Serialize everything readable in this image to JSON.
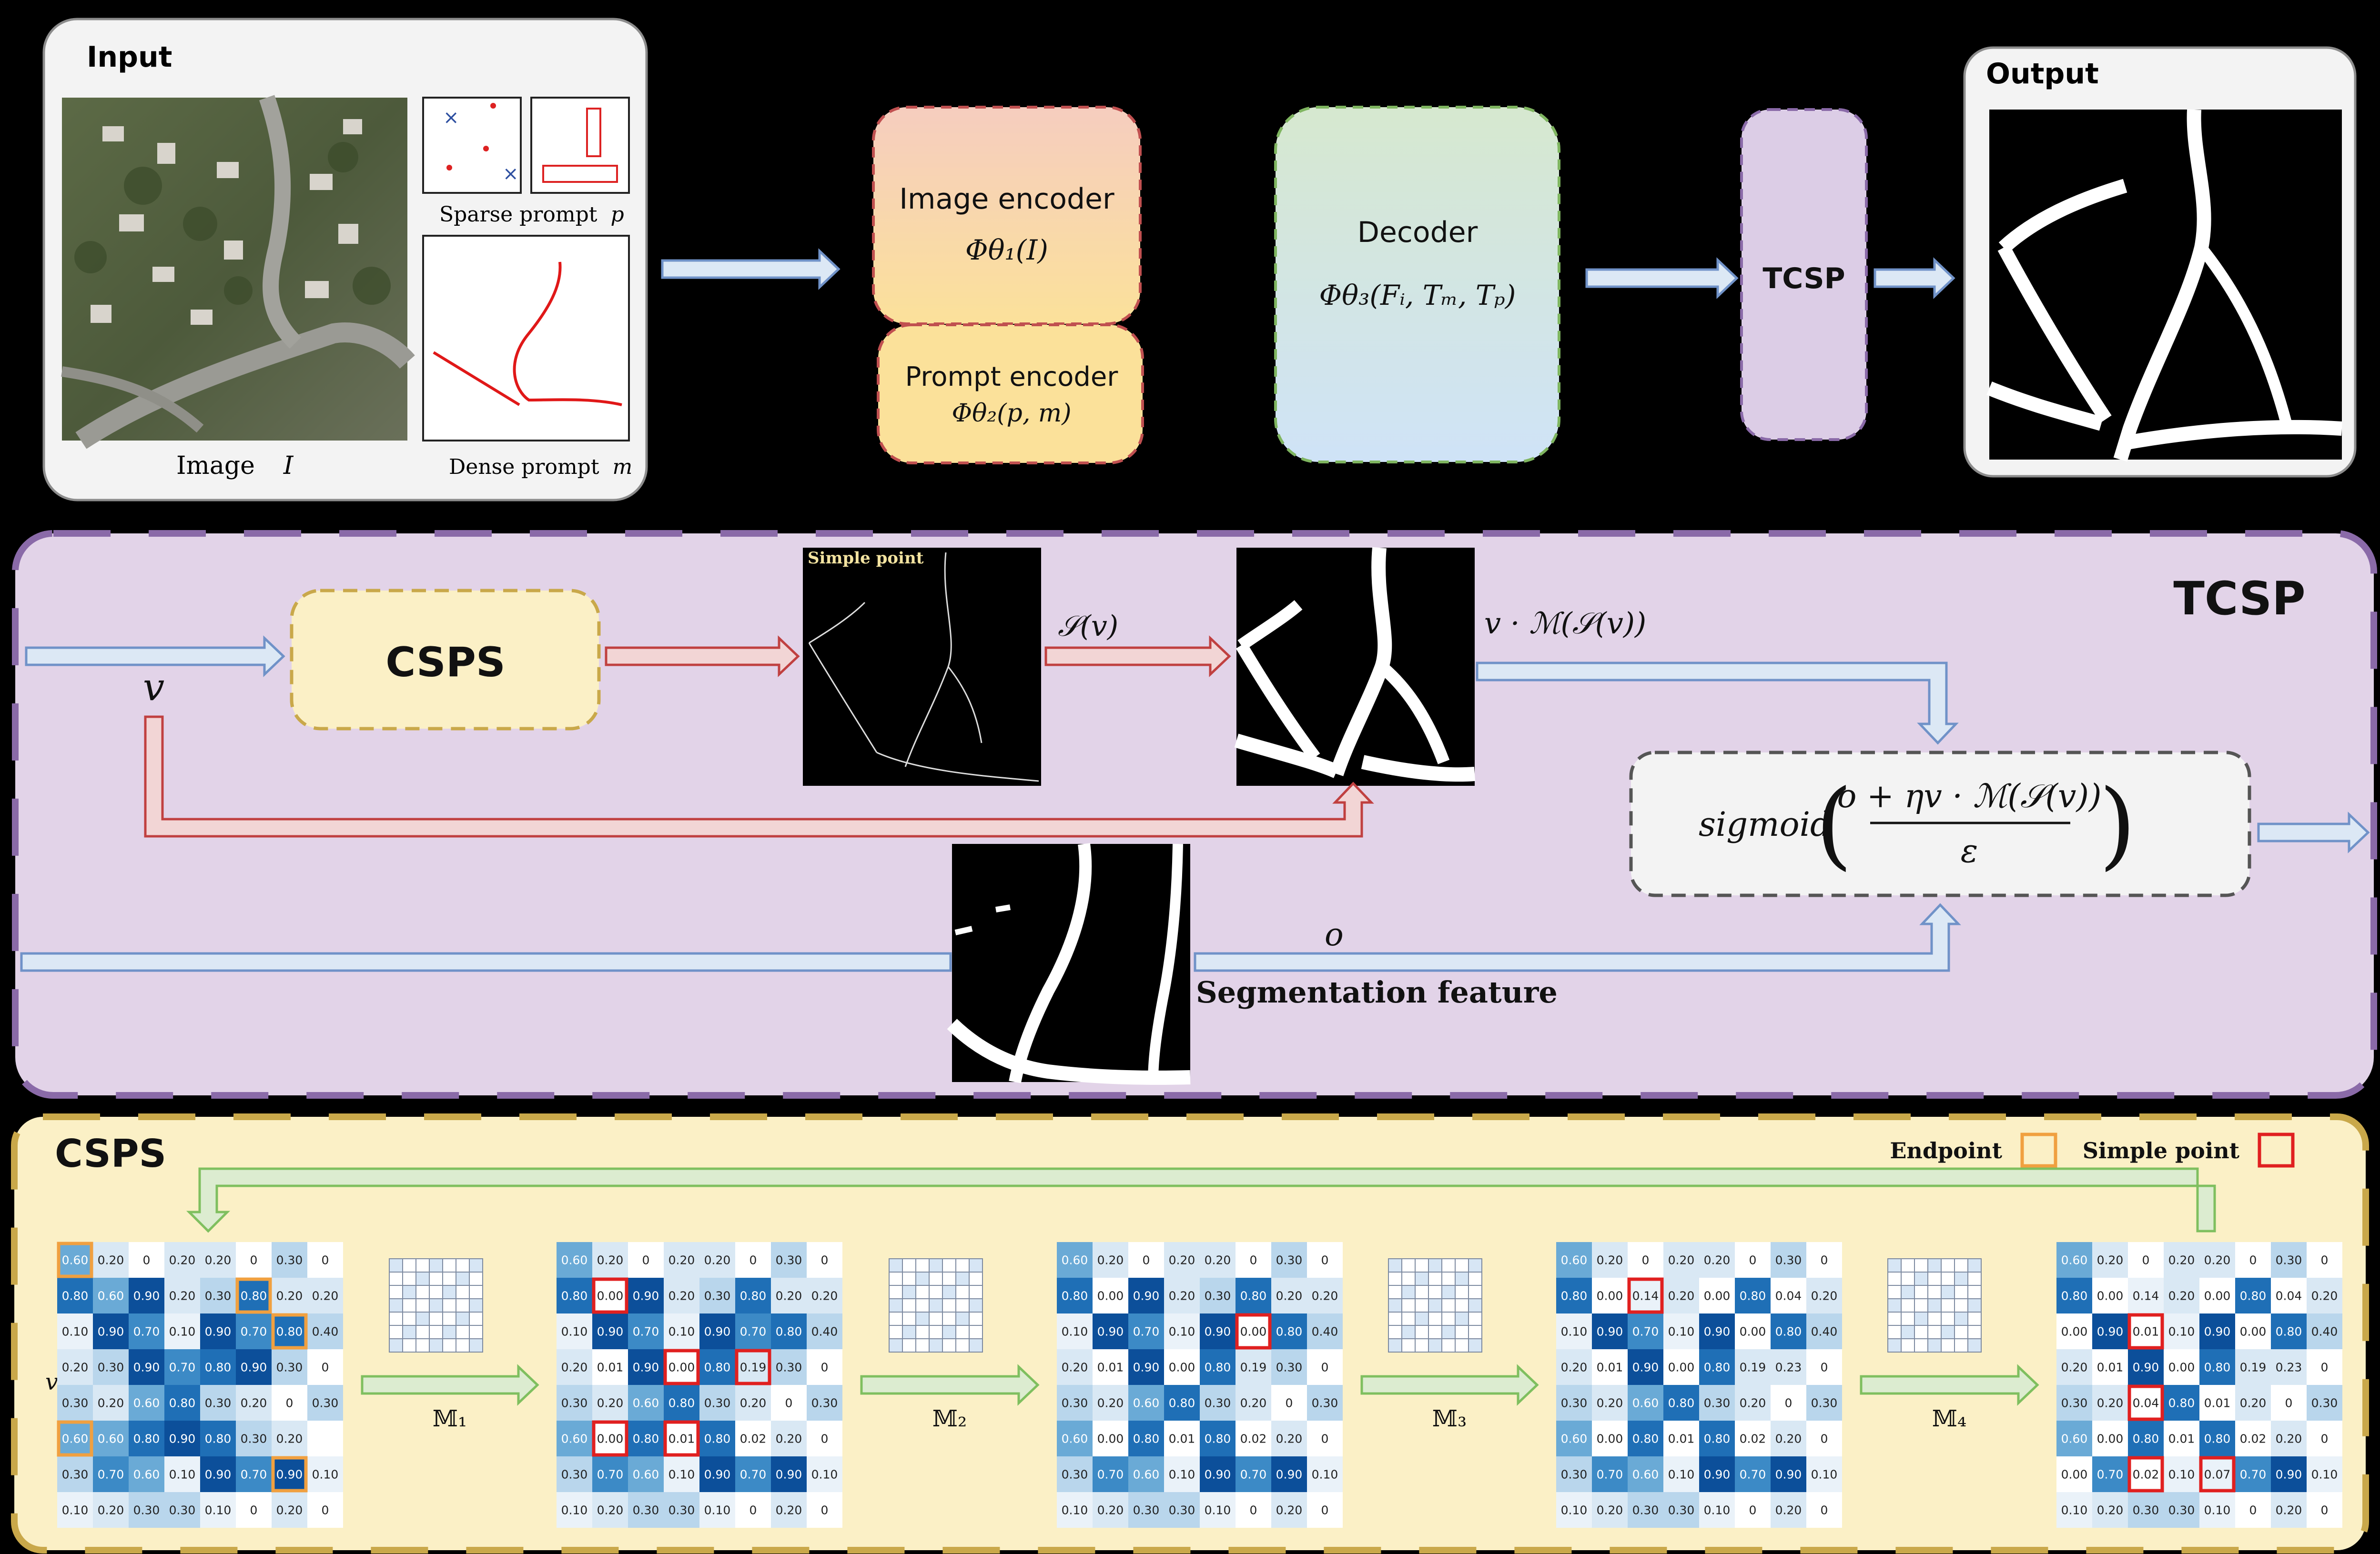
{
  "top": {
    "input_title": "Input",
    "output_title": "Output",
    "image_caption": "Image",
    "image_symbol": "I",
    "sparse_caption": "Sparse prompt",
    "sparse_symbol": "p",
    "dense_caption": "Dense prompt",
    "dense_symbol": "m",
    "image_encoder_label": "Image encoder",
    "image_encoder_formula": "Φθ₁(I)",
    "prompt_encoder_label": "Prompt encoder",
    "prompt_encoder_formula": "Φθ₂(p, m)",
    "decoder_label": "Decoder",
    "decoder_formula": "Φθ₃(Fᵢ, Tₘ, Tₚ)",
    "tcsp_box_label": "TCSP"
  },
  "tcsp_panel": {
    "title": "TCSP",
    "csps_label": "CSPS",
    "input_var": "v",
    "simple_point_label": "Simple point",
    "s_of_v": "𝒮(v)",
    "v_times_m": "v · ℳ(𝒮(v))",
    "o_var": "o",
    "segmentation_feature": "Segmentation feature",
    "formula_sigmoid": "sigmoid",
    "formula_numerator": "o + ηv · ℳ(𝒮(v))",
    "formula_denominator": "ε"
  },
  "csps_panel": {
    "title": "CSPS",
    "legend_endpoint": "Endpoint",
    "legend_simple": "Simple point",
    "v_label": "v",
    "colors": {
      "endpoint": "#f0a040",
      "simple": "#e02020",
      "arrow_green": "#7fbf5f"
    },
    "masks": [
      "𝕄₁",
      "𝕄₂",
      "𝕄₃",
      "𝕄₄"
    ],
    "matrices": [
      [
        [
          "0.60",
          "0.20",
          "0",
          "0.20",
          "0.20",
          "0",
          "0.30",
          "0"
        ],
        [
          "0.80",
          "0.60",
          "0.90",
          "0.20",
          "0.30",
          "0.80",
          "0.20",
          "0.20"
        ],
        [
          "0.10",
          "0.90",
          "0.70",
          "0.10",
          "0.90",
          "0.70",
          "0.80",
          "0.40"
        ],
        [
          "0.20",
          "0.30",
          "0.90",
          "0.70",
          "0.80",
          "0.90",
          "0.30",
          "0"
        ],
        [
          "0.30",
          "0.20",
          "0.60",
          "0.80",
          "0.30",
          "0.20",
          "0",
          "0.30"
        ],
        [
          "0.60",
          "0.60",
          "0.80",
          "0.90",
          "0.80",
          "0.30",
          "0.20",
          ""
        ],
        [
          "0.30",
          "0.70",
          "0.60",
          "0.10",
          "0.90",
          "0.70",
          "0.90",
          "0.10"
        ],
        [
          "0.10",
          "0.20",
          "0.30",
          "0.30",
          "0.10",
          "0",
          "0.20",
          "0"
        ]
      ],
      [
        [
          "0.60",
          "0.20",
          "0",
          "0.20",
          "0.20",
          "0",
          "0.30",
          "0"
        ],
        [
          "0.80",
          "0.00",
          "0.90",
          "0.20",
          "0.30",
          "0.80",
          "0.20",
          "0.20"
        ],
        [
          "0.10",
          "0.90",
          "0.70",
          "0.10",
          "0.90",
          "0.70",
          "0.80",
          "0.40"
        ],
        [
          "0.20",
          "0.01",
          "0.90",
          "0.00",
          "0.80",
          "0.19",
          "0.30",
          "0"
        ],
        [
          "0.30",
          "0.20",
          "0.60",
          "0.80",
          "0.30",
          "0.20",
          "0",
          "0.30"
        ],
        [
          "0.60",
          "0.00",
          "0.80",
          "0.01",
          "0.80",
          "0.02",
          "0.20",
          "0"
        ],
        [
          "0.30",
          "0.70",
          "0.60",
          "0.10",
          "0.90",
          "0.70",
          "0.90",
          "0.10"
        ],
        [
          "0.10",
          "0.20",
          "0.30",
          "0.30",
          "0.10",
          "0",
          "0.20",
          "0"
        ]
      ],
      [
        [
          "0.60",
          "0.20",
          "0",
          "0.20",
          "0.20",
          "0",
          "0.30",
          "0"
        ],
        [
          "0.80",
          "0.00",
          "0.90",
          "0.20",
          "0.30",
          "0.80",
          "0.20",
          "0.20"
        ],
        [
          "0.10",
          "0.90",
          "0.70",
          "0.10",
          "0.90",
          "0.00",
          "0.80",
          "0.40"
        ],
        [
          "0.20",
          "0.01",
          "0.90",
          "0.00",
          "0.80",
          "0.19",
          "0.30",
          "0"
        ],
        [
          "0.30",
          "0.20",
          "0.60",
          "0.80",
          "0.30",
          "0.20",
          "0",
          "0.30"
        ],
        [
          "0.60",
          "0.00",
          "0.80",
          "0.01",
          "0.80",
          "0.02",
          "0.20",
          "0"
        ],
        [
          "0.30",
          "0.70",
          "0.60",
          "0.10",
          "0.90",
          "0.70",
          "0.90",
          "0.10"
        ],
        [
          "0.10",
          "0.20",
          "0.30",
          "0.30",
          "0.10",
          "0",
          "0.20",
          "0"
        ]
      ],
      [
        [
          "0.60",
          "0.20",
          "0",
          "0.20",
          "0.20",
          "0",
          "0.30",
          "0"
        ],
        [
          "0.80",
          "0.00",
          "0.14",
          "0.20",
          "0.00",
          "0.80",
          "0.04",
          "0.20"
        ],
        [
          "0.10",
          "0.90",
          "0.70",
          "0.10",
          "0.90",
          "0.00",
          "0.80",
          "0.40"
        ],
        [
          "0.20",
          "0.01",
          "0.90",
          "0.00",
          "0.80",
          "0.19",
          "0.23",
          "0"
        ],
        [
          "0.30",
          "0.20",
          "0.60",
          "0.80",
          "0.30",
          "0.20",
          "0",
          "0.30"
        ],
        [
          "0.60",
          "0.00",
          "0.80",
          "0.01",
          "0.80",
          "0.02",
          "0.20",
          "0"
        ],
        [
          "0.30",
          "0.70",
          "0.60",
          "0.10",
          "0.90",
          "0.70",
          "0.90",
          "0.10"
        ],
        [
          "0.10",
          "0.20",
          "0.30",
          "0.30",
          "0.10",
          "0",
          "0.20",
          "0"
        ]
      ],
      [
        [
          "0.60",
          "0.20",
          "0",
          "0.20",
          "0.20",
          "0",
          "0.30",
          "0"
        ],
        [
          "0.80",
          "0.00",
          "0.14",
          "0.20",
          "0.00",
          "0.80",
          "0.04",
          "0.20"
        ],
        [
          "0.00",
          "0.90",
          "0.01",
          "0.10",
          "0.90",
          "0.00",
          "0.80",
          "0.40"
        ],
        [
          "0.20",
          "0.01",
          "0.90",
          "0.00",
          "0.80",
          "0.19",
          "0.23",
          "0"
        ],
        [
          "0.30",
          "0.20",
          "0.04",
          "0.80",
          "0.01",
          "0.20",
          "0",
          "0.30"
        ],
        [
          "0.60",
          "0.00",
          "0.80",
          "0.01",
          "0.80",
          "0.02",
          "0.20",
          "0"
        ],
        [
          "0.00",
          "0.70",
          "0.02",
          "0.10",
          "0.07",
          "0.70",
          "0.90",
          "0.10"
        ],
        [
          "0.10",
          "0.20",
          "0.30",
          "0.30",
          "0.10",
          "0",
          "0.20",
          "0"
        ]
      ]
    ],
    "highlights": [
      [
        {
          "r": 0,
          "c": 0,
          "t": "end"
        },
        {
          "r": 1,
          "c": 5,
          "t": "end"
        },
        {
          "r": 2,
          "c": 6,
          "t": "end"
        },
        {
          "r": 5,
          "c": 0,
          "t": "end"
        },
        {
          "r": 6,
          "c": 6,
          "t": "end"
        }
      ],
      [
        {
          "r": 1,
          "c": 1,
          "t": "simple"
        },
        {
          "r": 3,
          "c": 3,
          "t": "simple"
        },
        {
          "r": 3,
          "c": 5,
          "t": "simple"
        },
        {
          "r": 5,
          "c": 1,
          "t": "simple"
        },
        {
          "r": 5,
          "c": 3,
          "t": "simple"
        }
      ],
      [
        {
          "r": 2,
          "c": 5,
          "t": "simple"
        }
      ],
      [
        {
          "r": 1,
          "c": 2,
          "t": "simple"
        }
      ],
      [
        {
          "r": 2,
          "c": 2,
          "t": "simple"
        },
        {
          "r": 4,
          "c": 2,
          "t": "simple"
        },
        {
          "r": 6,
          "c": 2,
          "t": "simple"
        },
        {
          "r": 6,
          "c": 4,
          "t": "simple"
        }
      ]
    ]
  }
}
